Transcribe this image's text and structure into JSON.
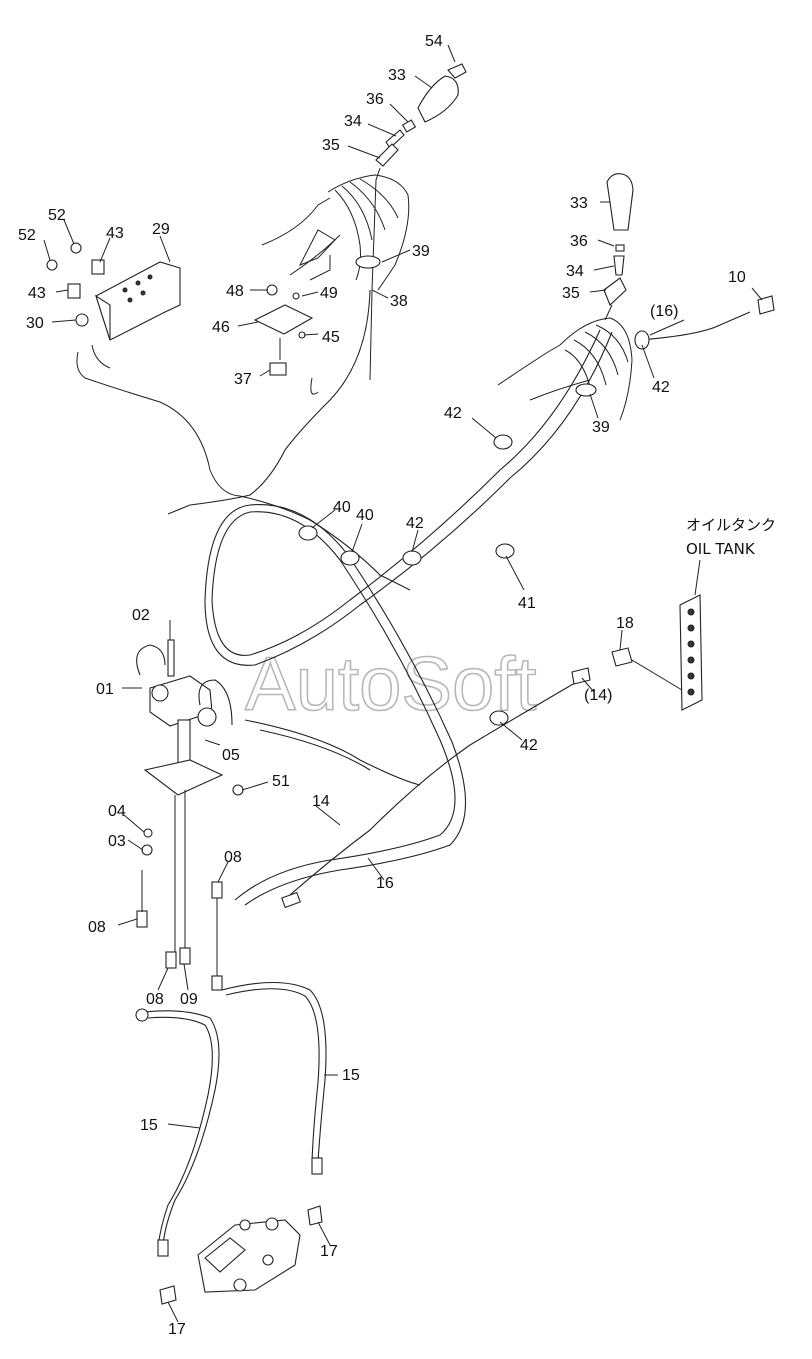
{
  "watermark": "AutoSoft",
  "oil_tank": {
    "jp": "オイルタンク",
    "en": "OIL TANK"
  },
  "callouts": [
    {
      "id": "c54",
      "text": "54"
    },
    {
      "id": "c33a",
      "text": "33"
    },
    {
      "id": "c36a",
      "text": "36"
    },
    {
      "id": "c34a",
      "text": "34"
    },
    {
      "id": "c35a",
      "text": "35"
    },
    {
      "id": "c39a",
      "text": "39"
    },
    {
      "id": "c38",
      "text": "38"
    },
    {
      "id": "c48",
      "text": "48"
    },
    {
      "id": "c49",
      "text": "49"
    },
    {
      "id": "c46",
      "text": "46"
    },
    {
      "id": "c45",
      "text": "45"
    },
    {
      "id": "c37",
      "text": "37"
    },
    {
      "id": "c52a",
      "text": "52"
    },
    {
      "id": "c43a",
      "text": "43"
    },
    {
      "id": "c29",
      "text": "29"
    },
    {
      "id": "c52b",
      "text": "52"
    },
    {
      "id": "c43b",
      "text": "43"
    },
    {
      "id": "c30",
      "text": "30"
    },
    {
      "id": "c33b",
      "text": "33"
    },
    {
      "id": "c36b",
      "text": "36"
    },
    {
      "id": "c34b",
      "text": "34"
    },
    {
      "id": "c35b",
      "text": "35"
    },
    {
      "id": "c10",
      "text": "10"
    },
    {
      "id": "c16a",
      "text": "(16)"
    },
    {
      "id": "c42a",
      "text": "42"
    },
    {
      "id": "c39b",
      "text": "39"
    },
    {
      "id": "c42b",
      "text": "42"
    },
    {
      "id": "c40a",
      "text": "40"
    },
    {
      "id": "c40b",
      "text": "40"
    },
    {
      "id": "c42c",
      "text": "42"
    },
    {
      "id": "c41",
      "text": "41"
    },
    {
      "id": "c02",
      "text": "02"
    },
    {
      "id": "c01",
      "text": "01"
    },
    {
      "id": "c05",
      "text": "05"
    },
    {
      "id": "c51",
      "text": "51"
    },
    {
      "id": "c04",
      "text": "04"
    },
    {
      "id": "c03",
      "text": "03"
    },
    {
      "id": "c18",
      "text": "18"
    },
    {
      "id": "c14a",
      "text": "(14)"
    },
    {
      "id": "c42d",
      "text": "42"
    },
    {
      "id": "c14b",
      "text": "14"
    },
    {
      "id": "c16b",
      "text": "16"
    },
    {
      "id": "c08a",
      "text": "08"
    },
    {
      "id": "c08b",
      "text": "08"
    },
    {
      "id": "c08c",
      "text": "08"
    },
    {
      "id": "c09",
      "text": "09"
    },
    {
      "id": "c15a",
      "text": "15"
    },
    {
      "id": "c15b",
      "text": "15"
    },
    {
      "id": "c17a",
      "text": "17"
    },
    {
      "id": "c17b",
      "text": "17"
    }
  ]
}
